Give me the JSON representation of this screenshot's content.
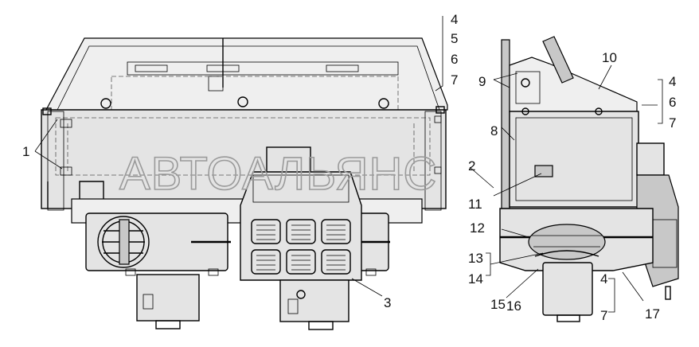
{
  "watermark": "АВТОАЛЬЯНС",
  "callouts": {
    "c1": "1",
    "c2": "2",
    "c3": "3",
    "c4a": "4",
    "c5": "5",
    "c6a": "6",
    "c7a": "7",
    "c8": "8",
    "c9": "9",
    "c10": "10",
    "c4b": "4",
    "c6b": "6",
    "c7b": "7",
    "c11": "11",
    "c12": "12",
    "c13": "13",
    "c14": "14",
    "c15": "15",
    "c16": "16",
    "c4c": "4",
    "c7c": "7",
    "c17": "17"
  }
}
